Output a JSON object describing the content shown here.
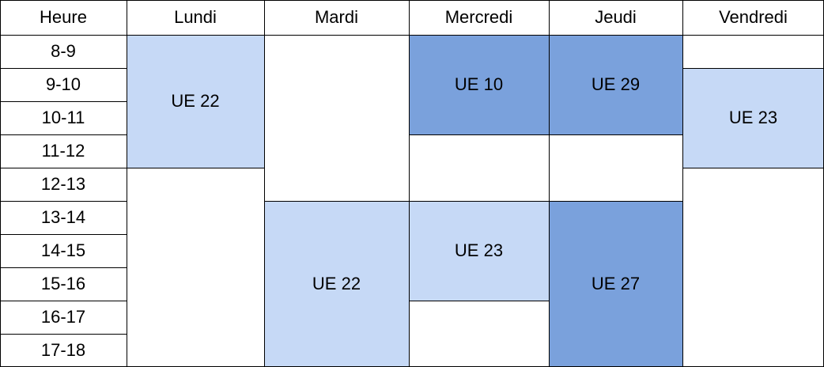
{
  "table": {
    "header": {
      "hour": "Heure",
      "days": [
        "Lundi",
        "Mardi",
        "Mercredi",
        "Jeudi",
        "Vendredi"
      ]
    },
    "hours": [
      "8-9",
      "9-10",
      "10-11",
      "11-12",
      "12-13",
      "13-14",
      "14-15",
      "15-16",
      "16-17",
      "17-18"
    ],
    "courses": {
      "lundi_am": "UE 22",
      "mardi_pm": "UE 22",
      "mercredi_am": "UE 10",
      "mercredi_pm": "UE 23",
      "jeudi_am": "UE 29",
      "jeudi_pm": "UE 27",
      "vendredi_am": "UE 23"
    },
    "colors": {
      "light": "#c6d9f6",
      "dark": "#7aa1dc",
      "border": "#000000"
    }
  }
}
